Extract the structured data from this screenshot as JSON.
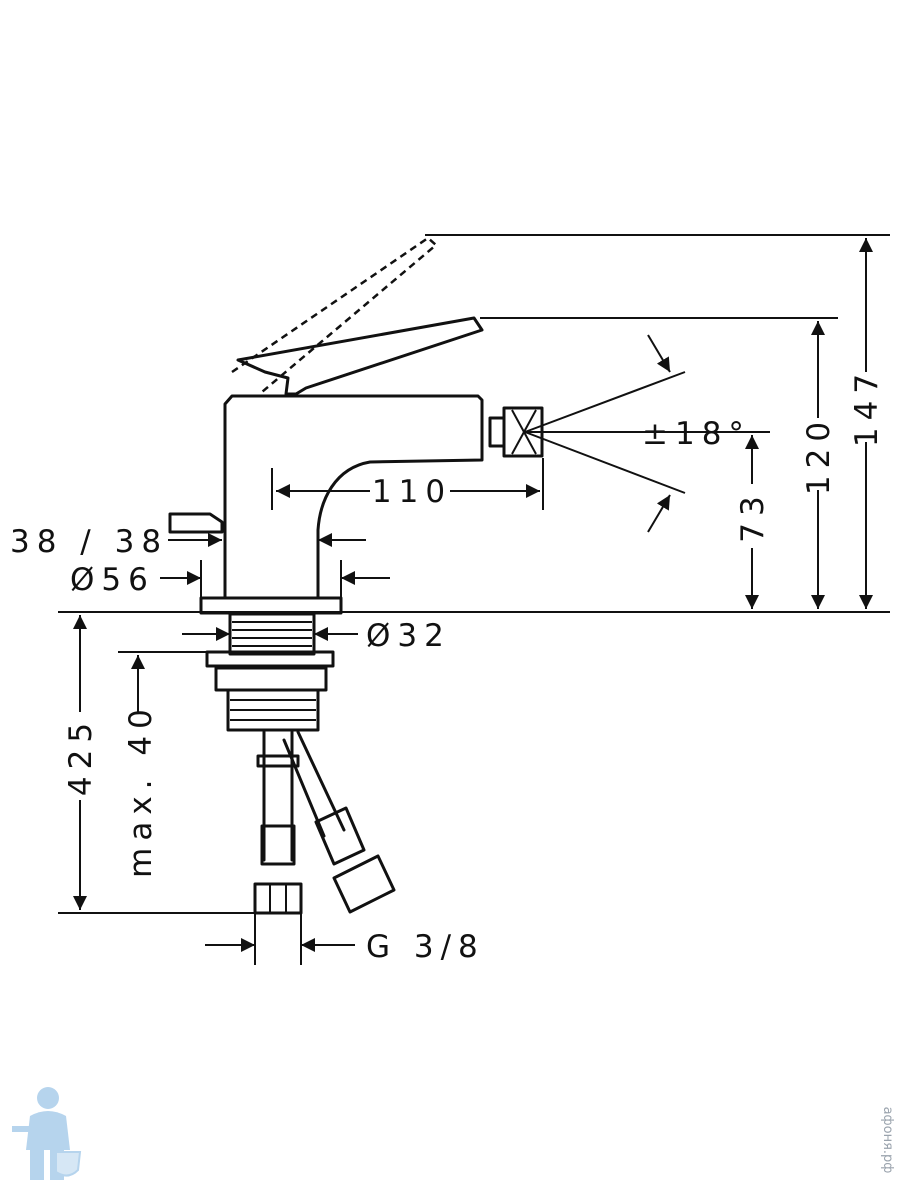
{
  "dimensions": {
    "height_lever_open": "147",
    "height_lever_closed": "120",
    "height_spout": "73",
    "spout_reach": "110",
    "spout_angle": "±18°",
    "drain_rod": "38 / 38",
    "base_diameter": "Ø56",
    "shank_diameter": "Ø32",
    "hose_length": "425",
    "max_counter_thickness": "max. 40",
    "connection_thread": "G 3/8"
  },
  "watermark": {
    "text": "афоня.рф",
    "icon": "plumber-mascot-icon"
  },
  "colors": {
    "line": "#111111",
    "background": "#ffffff",
    "watermark": "#9ec6e8"
  }
}
